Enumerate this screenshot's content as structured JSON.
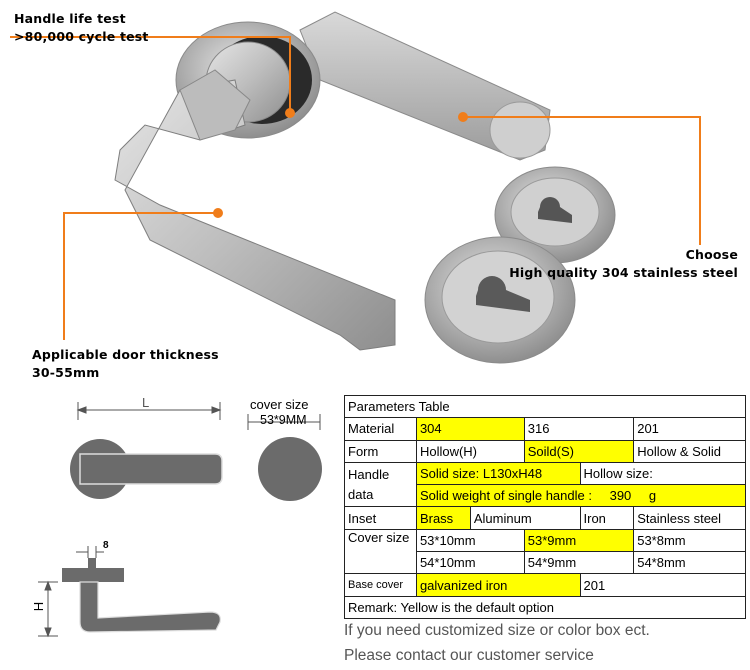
{
  "callouts": {
    "handle_life_title": "Handle life test",
    "handle_life_value": ">80,000 cycle test",
    "choose_title": "Choose",
    "choose_value": "High quality 304 stainless steel",
    "door_title": "Applicable door thickness",
    "door_value": "30-55mm"
  },
  "diagram": {
    "length_label": "L",
    "cover_title": "cover size",
    "cover_value": "53*9MM",
    "height_label": "H",
    "thickness_label": "8"
  },
  "table": {
    "title": "Parameters Table",
    "rows": {
      "material": {
        "label": "Material",
        "v1": "304",
        "v2": "316",
        "v3": "201"
      },
      "form": {
        "label": "Form",
        "v1": "Hollow(H)",
        "v2": "Soild(S)",
        "v3": "Hollow & Solid"
      },
      "handle": {
        "label_line1": "Handle",
        "label_line2": "data",
        "solid_size": "Solid size: L130xH48",
        "hollow_size": "Hollow size:",
        "solid_weight_label": "Solid weight of single handle :",
        "solid_weight_value": "390",
        "solid_weight_unit": "g"
      },
      "inset": {
        "label": "Inset",
        "v1": "Brass",
        "v2": "Aluminum",
        "v3": "Iron",
        "v4": "Stainless steel"
      },
      "cover": {
        "label": "Cover size",
        "r1": [
          "53*10mm",
          "53*9mm",
          "53*8mm"
        ],
        "r2": [
          "54*10mm",
          "54*9mm",
          "54*8mm"
        ]
      },
      "base": {
        "label": "Base cover",
        "v1": "galvanized iron",
        "v2": "201"
      },
      "remark": "Remark: Yellow is the default option"
    }
  },
  "footer": {
    "line1": "If you need customized size or color box ect.",
    "line2": "Please contact our customer service"
  },
  "colors": {
    "highlight": "#ffff00",
    "callout_line": "#f07d1a",
    "steel": "#c9c9c9",
    "diagram_gray": "#6b6b6b"
  }
}
